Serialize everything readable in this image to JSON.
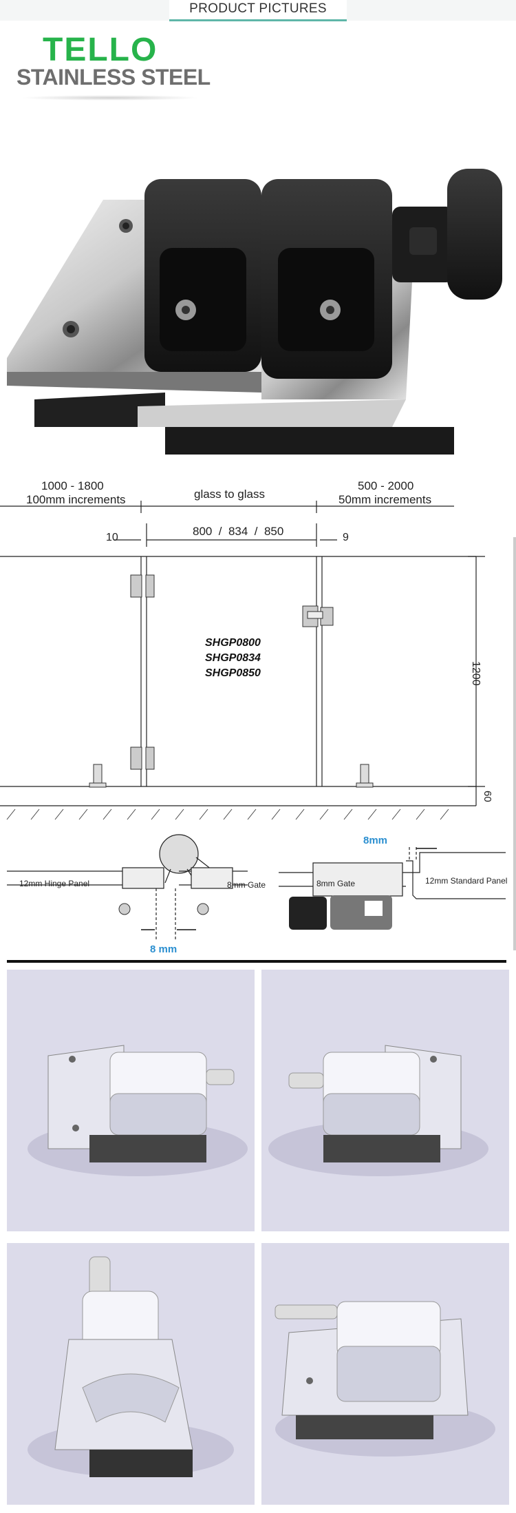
{
  "header": {
    "tab_label": "PRODUCT PICTURES"
  },
  "brand": {
    "name": "TELLO",
    "tagline": "STAINLESS STEEL"
  },
  "drawing": {
    "dims": {
      "left_range": "1000 - 1800",
      "left_incr": "100mm increments",
      "middle": "glass to glass",
      "right_range": "500 - 2000",
      "right_incr": "50mm increments",
      "gap_left": "10",
      "width": "800  /  834  /  850",
      "gap_right": "9",
      "height": "1200",
      "base": "60"
    },
    "models": [
      "SHGP0800",
      "SHGP0834",
      "SHGP0850"
    ]
  },
  "detail": {
    "left_panel": "12mm Hinge Panel",
    "left_gate": "8mm Gate",
    "left_gap": "8 mm",
    "right_gate": "8mm Gate",
    "right_panel": "12mm Standard Panel",
    "right_gap": "8mm"
  },
  "colors": {
    "brand_green": "#27b34b",
    "brand_grey": "#6e6e6e",
    "accent": "#5fb6a8",
    "dim_blue": "#2b8fd0",
    "photo_bg": "#dcdbea"
  }
}
